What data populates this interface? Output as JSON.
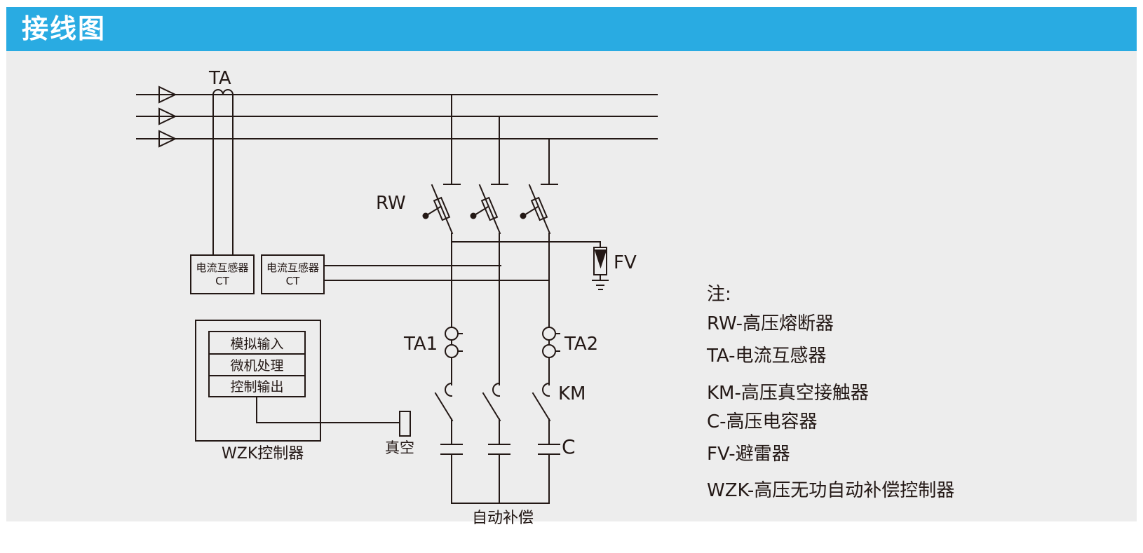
{
  "header": {
    "title": "接线图"
  },
  "diagram": {
    "labels": {
      "ta": "TA",
      "rw": "RW",
      "fv": "FV",
      "ta1": "TA1",
      "ta2": "TA2",
      "km": "KM",
      "c": "C"
    },
    "ct_boxes": [
      {
        "line1": "电流互感器",
        "line2": "CT"
      },
      {
        "line1": "电流互感器",
        "line2": "CT"
      }
    ],
    "controller": {
      "modules": [
        "模拟输入",
        "微机处理",
        "控制输出"
      ],
      "caption": "WZK控制器"
    },
    "captions": {
      "vacuum": "真空",
      "auto_compensation": "自动补偿"
    }
  },
  "legend": {
    "heading": "注:",
    "items": [
      "RW-高压熔断器",
      "TA-电流互感器",
      "KM-高压真空接触器",
      "C-高压电容器",
      "FV-避雷器",
      "WZK-高压无功自动补偿控制器"
    ]
  },
  "colors": {
    "accent_blue": "#29abe2",
    "panel_gray": "#ededed",
    "line_dark": "#231815",
    "title_text": "#ffffff"
  }
}
